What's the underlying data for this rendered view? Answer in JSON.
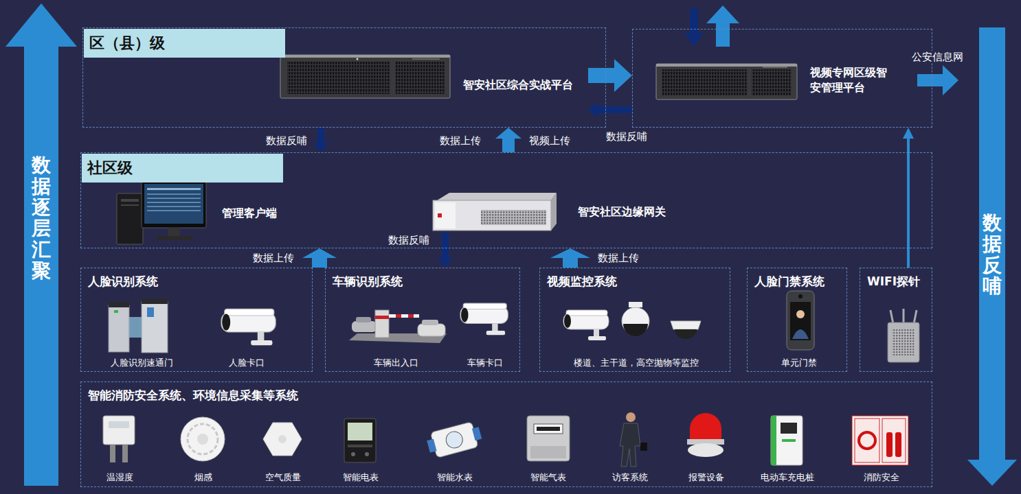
{
  "diagram": {
    "nodes": [
      {
        "text": [
          "数据逐层汇聚"
        ]
      },
      {
        "text": [
          "区（县）级"
        ]
      },
      {
        "text": [
          "智安社区综合实战平台"
        ],
        "in": 1
      },
      {
        "text": [
          "视频专网区级智安管理平台"
        ]
      },
      {
        "text": [
          "社区级"
        ]
      },
      {
        "text": [
          "管理客户端"
        ],
        "in": 4
      },
      {
        "text": [
          "智安社区边缘网关"
        ],
        "in": 4
      },
      {
        "text": [
          "人脸识别系统"
        ]
      },
      {
        "text": [
          "人脸识别速通门"
        ],
        "in": 7
      },
      {
        "text": [
          "人脸卡口"
        ],
        "in": 7
      },
      {
        "text": [
          "车辆识别系统"
        ]
      },
      {
        "text": [
          "车辆出入口"
        ],
        "in": 10
      },
      {
        "text": [
          "车辆卡口"
        ],
        "in": 10
      },
      {
        "text": [
          "视频监控系统"
        ]
      },
      {
        "text": [
          "楼道、主干道，高空抛物等监控"
        ],
        "in": 13
      },
      {
        "text": [
          "人脸门禁系统"
        ]
      },
      {
        "text": [
          "单元门禁"
        ],
        "in": 15
      },
      {
        "text": [
          "WIFI探针"
        ]
      },
      {
        "text": [
          "智能消防安全系统、环境信息采集等系统"
        ]
      },
      {
        "text": [
          "温湿度"
        ],
        "in": 18
      },
      {
        "text": [
          "烟感"
        ],
        "in": 18
      },
      {
        "text": [
          "空气质量"
        ],
        "in": 18
      },
      {
        "text": [
          "智能电表"
        ],
        "in": 18
      },
      {
        "text": [
          "智能水表"
        ],
        "in": 18
      },
      {
        "text": [
          "智能气表"
        ],
        "in": 18
      },
      {
        "text": [
          "访客系统"
        ],
        "in": 18
      },
      {
        "text": [
          "报警设备"
        ],
        "in": 18
      },
      {
        "text": [
          "电动车充电桩"
        ],
        "in": 18
      },
      {
        "text": [
          "消防安全"
        ],
        "in": 18
      },
      {
        "text": [
          "数据反哺"
        ]
      }
    ],
    "edges": [
      {
        "from": 2,
        "to": 3,
        "arrow": "to"
      },
      {
        "from": 3,
        "to": 2,
        "label": "数据反哺",
        "arrow": "to"
      },
      {
        "from": 4,
        "to": 1,
        "label": "数据上传",
        "arrow": "to"
      },
      {
        "from": 1,
        "to": 4,
        "label": "数据反哺",
        "arrow": "to"
      },
      {
        "from": 7,
        "to": 4,
        "label": "数据上传",
        "arrow": "to"
      },
      {
        "from": 6,
        "to": 10,
        "label": "数据反哺",
        "arrow": "to"
      },
      {
        "from": 13,
        "to": 4,
        "label": "数据上传",
        "arrow": "to"
      },
      {
        "from": 17,
        "to": 3,
        "arrow": "to"
      }
    ],
    "labels": [
      "视频上传",
      "公安信息网"
    ]
  }
}
